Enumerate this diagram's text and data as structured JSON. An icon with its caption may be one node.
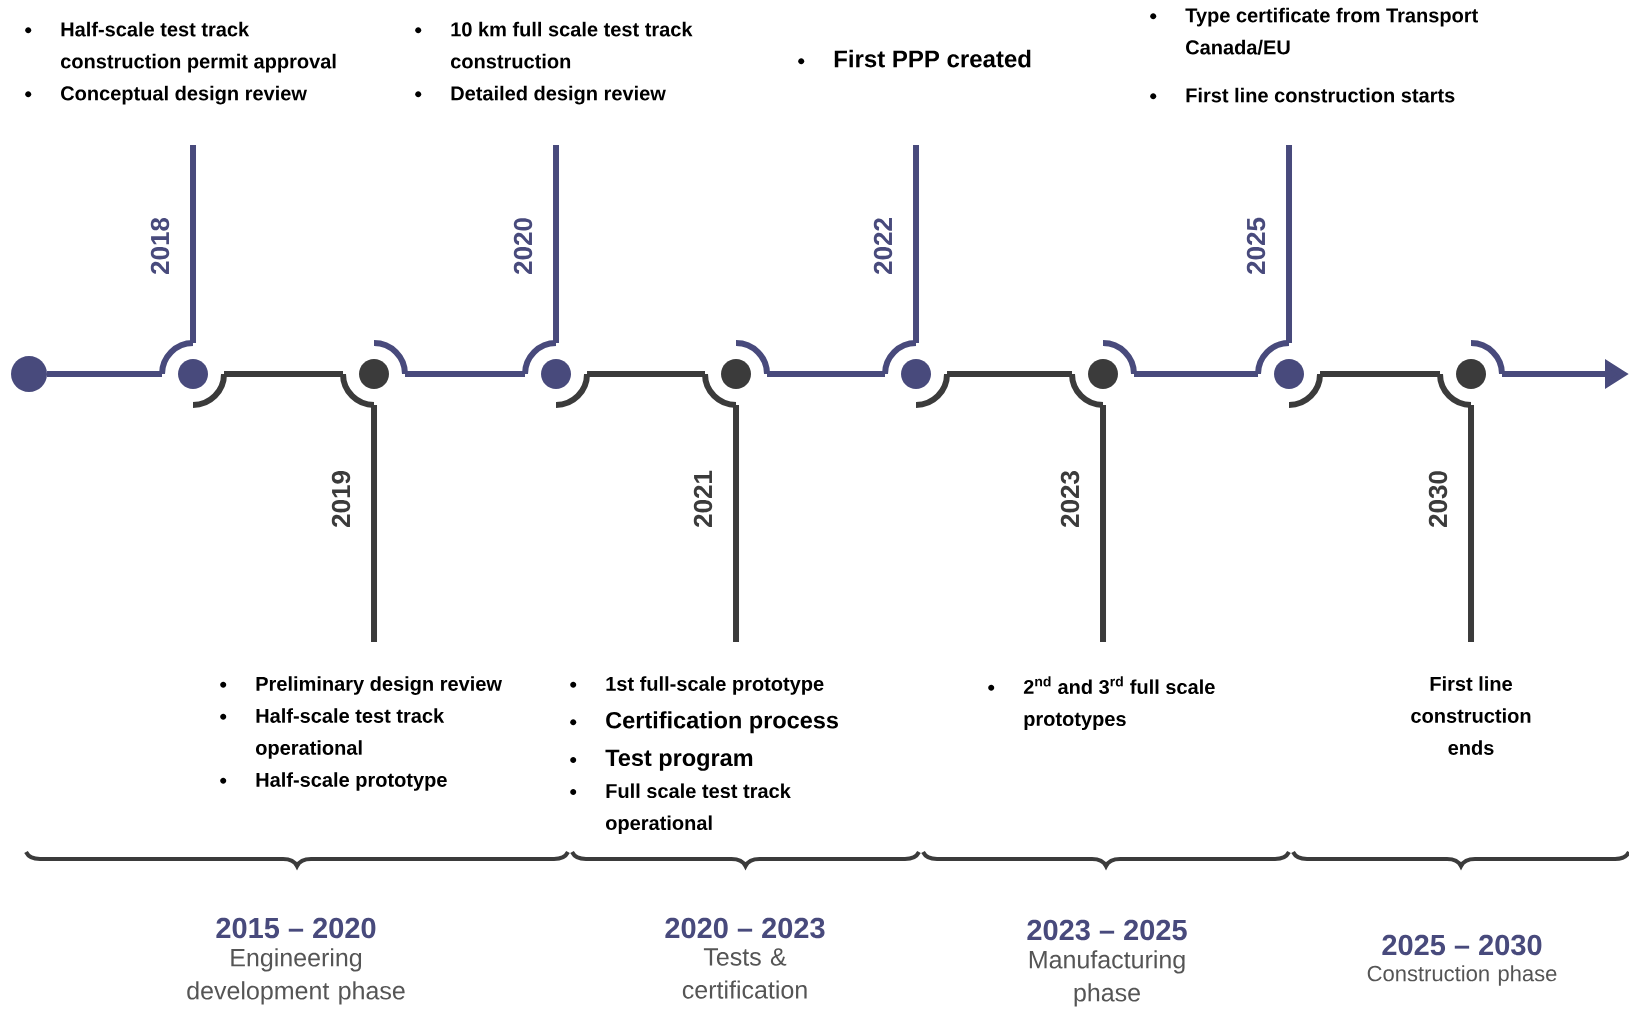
{
  "diagram": {
    "nodes": [
      {
        "text": [],
        "shape": "circle"
      },
      {
        "text": [],
        "shape": "circle",
        "beside": [
          "2018"
        ]
      },
      {
        "text": [],
        "shape": "circle",
        "beside": [
          "2019"
        ]
      },
      {
        "text": [],
        "shape": "circle",
        "beside": [
          "2020"
        ]
      },
      {
        "text": [],
        "shape": "circle",
        "beside": [
          "2021"
        ]
      },
      {
        "text": [],
        "shape": "circle",
        "beside": [
          "2022"
        ]
      },
      {
        "text": [],
        "shape": "circle",
        "beside": [
          "2023"
        ]
      },
      {
        "text": [],
        "shape": "circle",
        "beside": [
          "2025"
        ]
      },
      {
        "text": [],
        "shape": "circle",
        "beside": [
          "2030"
        ]
      },
      {
        "text": [
          "Half-scale test track construction permit approval",
          "Conceptual design review"
        ]
      },
      {
        "text": [
          "Preliminary design review",
          "Half-scale test track operational",
          "Half-scale prototype"
        ]
      },
      {
        "text": [
          "10 km full scale test track construction",
          "Detailed design review"
        ]
      },
      {
        "text": [
          "1st full-scale prototype",
          "Certification process",
          "Test program",
          "Full scale test track operational"
        ]
      },
      {
        "text": [
          "First PPP created"
        ]
      },
      {
        "text": [
          "2$^{nd}$ and 3$^{rd}$ full scale prototypes"
        ]
      },
      {
        "text": [
          "Type certificate from Transport Canada/EU",
          "First line construction starts"
        ]
      },
      {
        "text": [
          "First line construction ends"
        ]
      }
    ],
    "edges": [
      {
        "from": 0,
        "to": 1,
        "arrow": "none"
      },
      {
        "from": 1,
        "to": 2,
        "arrow": "none",
        "color": "#3b3b3b"
      },
      {
        "from": 2,
        "to": 3,
        "arrow": "none"
      },
      {
        "from": 3,
        "to": 4,
        "arrow": "none",
        "color": "#3b3b3b"
      },
      {
        "from": 4,
        "to": 5,
        "arrow": "none"
      },
      {
        "from": 5,
        "to": 6,
        "arrow": "none",
        "color": "#3b3b3b"
      },
      {
        "from": 6,
        "to": 7,
        "arrow": "none"
      },
      {
        "from": 7,
        "to": 8,
        "arrow": "none",
        "color": "#3b3b3b"
      },
      {
        "from": 8,
        "to": null,
        "arrow": "to"
      },
      {
        "from": 1,
        "to": 9,
        "arrow": "none"
      },
      {
        "from": 2,
        "to": 10,
        "arrow": "none",
        "color": "#3b3b3b"
      },
      {
        "from": 3,
        "to": 11,
        "arrow": "none"
      },
      {
        "from": 4,
        "to": 12,
        "arrow": "none",
        "color": "#3b3b3b"
      },
      {
        "from": 5,
        "to": 13,
        "arrow": "none"
      },
      {
        "from": 6,
        "to": 14,
        "arrow": "none",
        "color": "#3b3b3b"
      },
      {
        "from": 7,
        "to": 15,
        "arrow": "none"
      },
      {
        "from": 8,
        "to": 16,
        "arrow": "none",
        "color": "#3b3b3b"
      }
    ],
    "labels": [
      "2015 – 2020",
      "Engineering development phase",
      "2020 – 2023",
      "Tests & certification",
      "2023 – 2025",
      "Manufacturing phase",
      "2025 – 2030",
      "Construction phase"
    ]
  }
}
